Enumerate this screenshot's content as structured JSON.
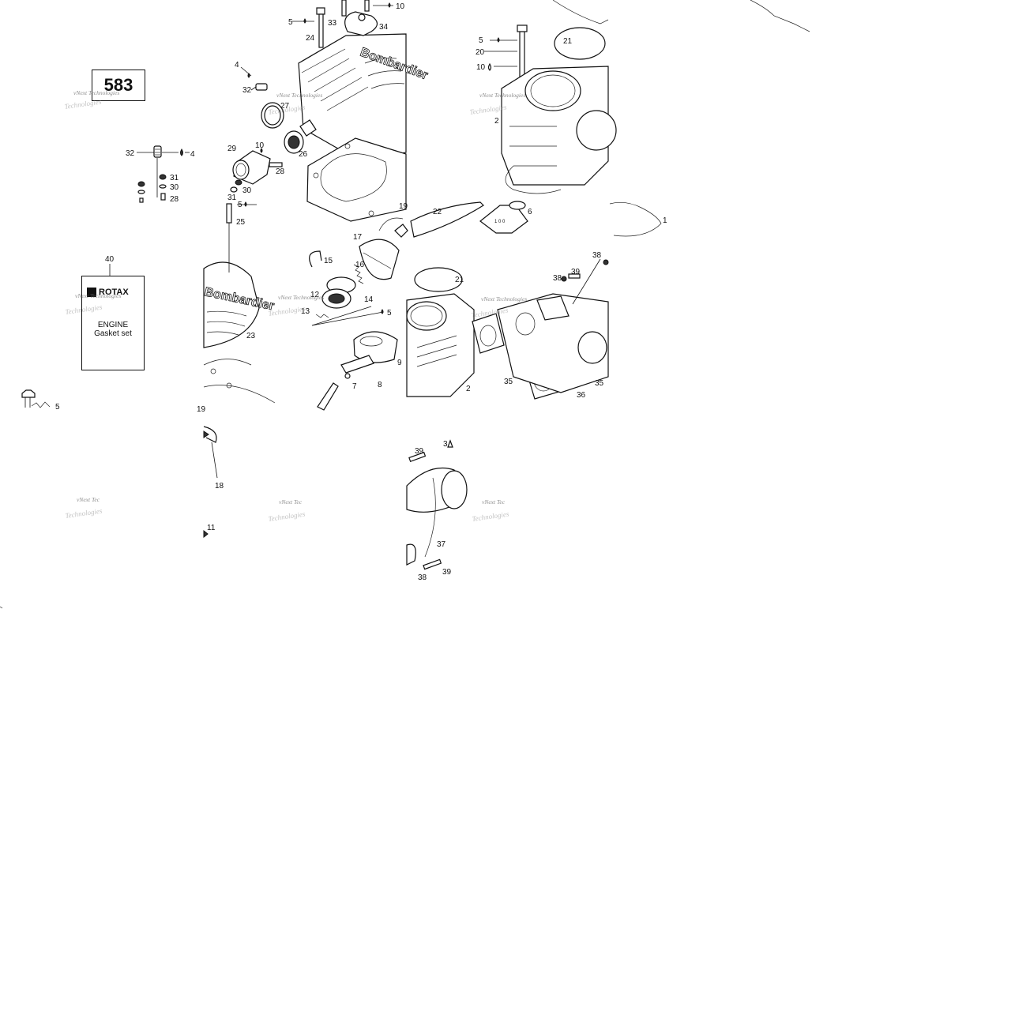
{
  "page_number": "583",
  "kit": {
    "callout": "40",
    "brand": "ROTAX",
    "line1": "ENGINE",
    "line2": "Gasket set"
  },
  "engine_text": "Bombardier",
  "piston_text": "1 0 0",
  "watermarks": {
    "line1": "vNext Technologies",
    "line1_short": "vNext Tec",
    "line2": "Technologies"
  },
  "callouts": [
    "1",
    "2",
    "3",
    "4",
    "5",
    "6",
    "7",
    "8",
    "9",
    "10",
    "11",
    "12",
    "13",
    "14",
    "15",
    "16",
    "17",
    "18",
    "19",
    "20",
    "21",
    "22",
    "23",
    "24",
    "25",
    "26",
    "27",
    "28",
    "29",
    "30",
    "31",
    "32",
    "33",
    "34",
    "35",
    "36",
    "37",
    "38",
    "39"
  ]
}
